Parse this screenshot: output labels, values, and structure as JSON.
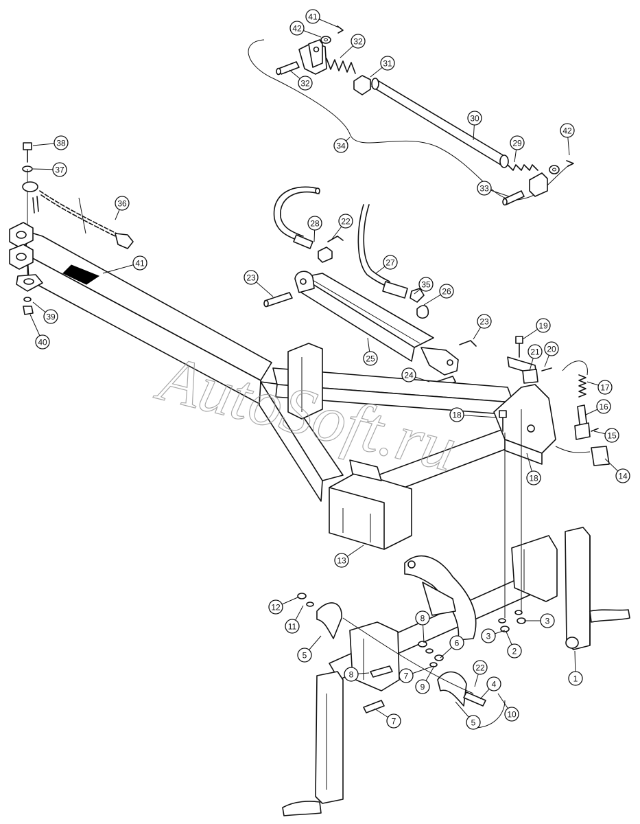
{
  "diagram": {
    "watermark": "AutoSoft.ru",
    "colors": {
      "line": "#111111",
      "paper": "#ffffff",
      "watermark": "#9a9a9a",
      "label_plate": "#000000"
    },
    "callouts": [
      "1",
      "2",
      "3",
      "3",
      "4",
      "5",
      "5",
      "6",
      "7",
      "7",
      "8",
      "8",
      "9",
      "10",
      "11",
      "12",
      "13",
      "14",
      "15",
      "16",
      "17",
      "18",
      "18",
      "19",
      "20",
      "21",
      "22",
      "22",
      "23",
      "23",
      "24",
      "25",
      "26",
      "27",
      "28",
      "29",
      "30",
      "31",
      "32",
      "32",
      "33",
      "34",
      "35",
      "36",
      "37",
      "38",
      "39",
      "40",
      "41",
      "41",
      "42",
      "42"
    ]
  }
}
